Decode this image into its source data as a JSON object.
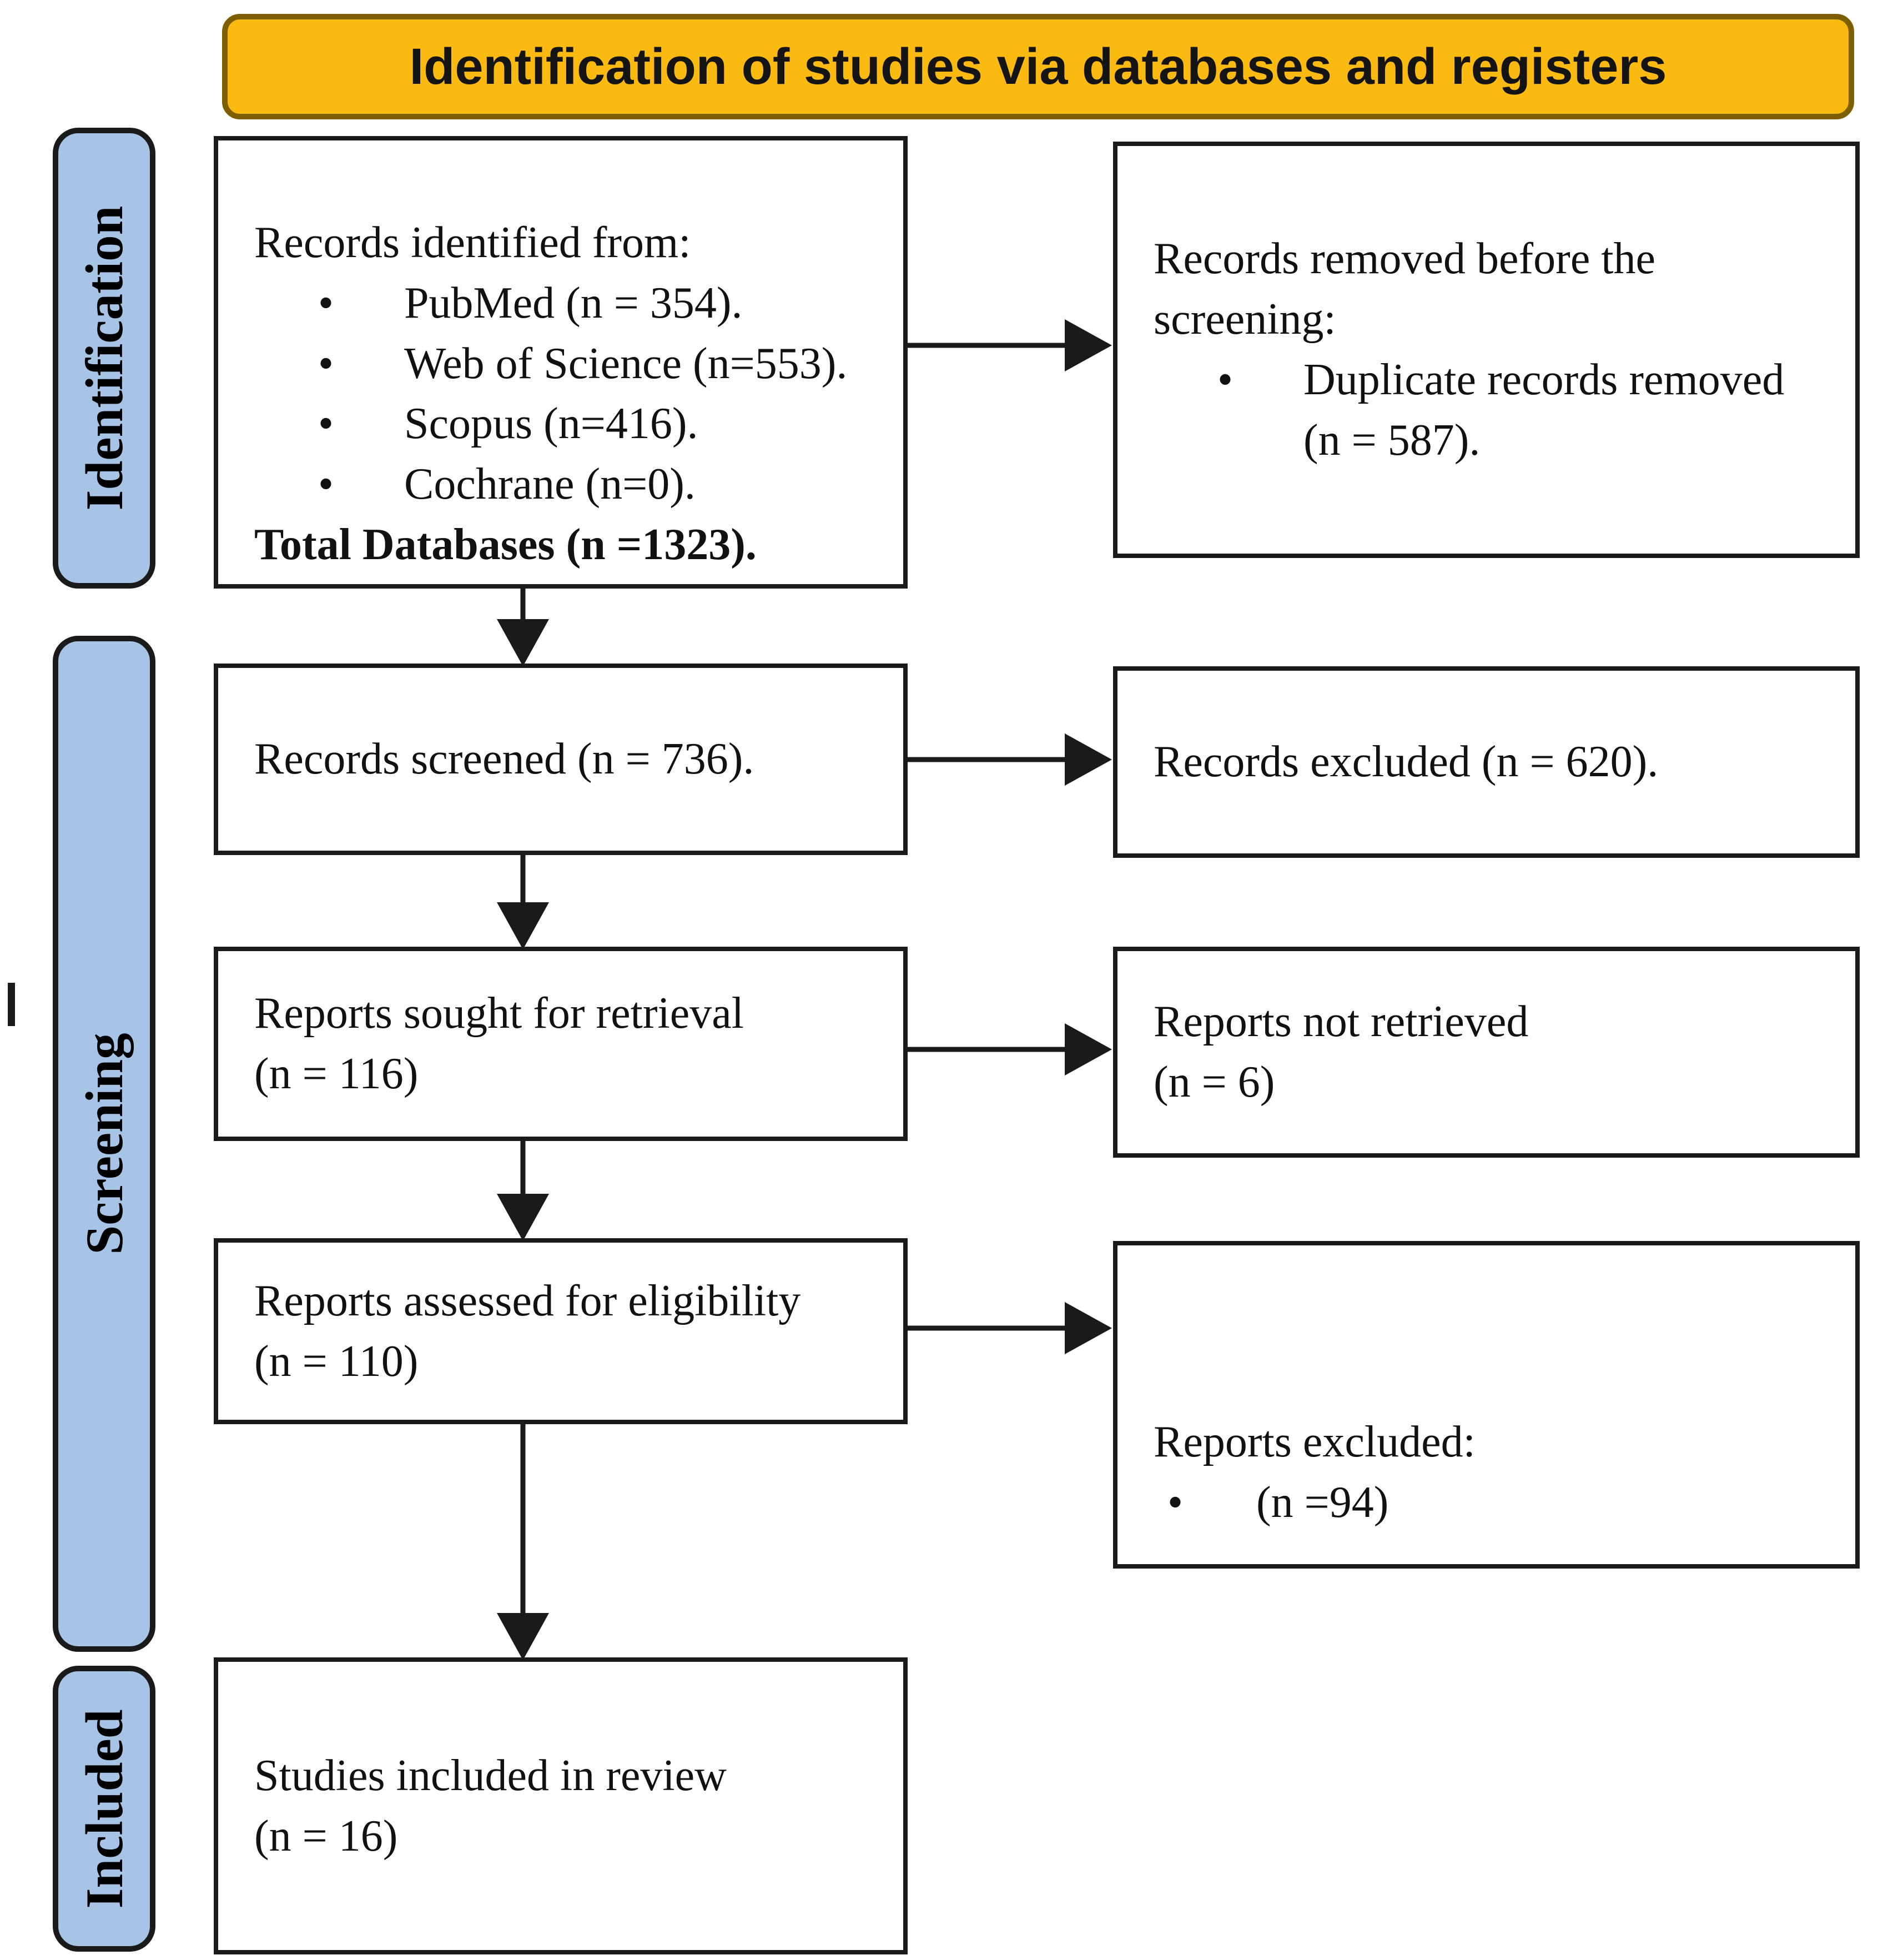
{
  "banner": {
    "title": "Identification of studies via databases and registers"
  },
  "stages": [
    {
      "label": "Identification"
    },
    {
      "label": "Screening"
    },
    {
      "label": "Included"
    }
  ],
  "boxes": {
    "records_identified": {
      "intro": "Records identified from:",
      "items": [
        "PubMed (n = 354).",
        "Web of Science (n=553).",
        "Scopus (n=416).",
        "Cochrane (n=0)."
      ],
      "total": "Total Databases (n =1323)."
    },
    "records_removed": {
      "intro": "Records removed before the screening:",
      "items": [
        "Duplicate records removed (n = 587)."
      ]
    },
    "records_screened": {
      "text": "Records screened (n = 736)."
    },
    "records_excluded": {
      "text": "Records excluded (n = 620)."
    },
    "reports_sought": {
      "line1": "Reports sought for retrieval",
      "line2": "(n = 116)"
    },
    "reports_not_retrieved": {
      "line1": "Reports not retrieved",
      "line2": "(n = 6)"
    },
    "reports_assessed": {
      "line1": "Reports assessed for eligibility",
      "line2": "(n = 110)"
    },
    "reports_excluded": {
      "intro": "Reports excluded:",
      "items": [
        "(n =94)"
      ]
    },
    "studies_included": {
      "line1": "Studies included in review",
      "line2": "(n = 16)"
    }
  },
  "colors": {
    "banner_fill": "#FBBA12",
    "banner_border": "#7E5F00",
    "stage_fill": "#A7C4E6",
    "stage_border": "#1A1A1A",
    "box_border": "#1A1A1A",
    "arrow": "#1A1A1A",
    "text": "#111111"
  }
}
